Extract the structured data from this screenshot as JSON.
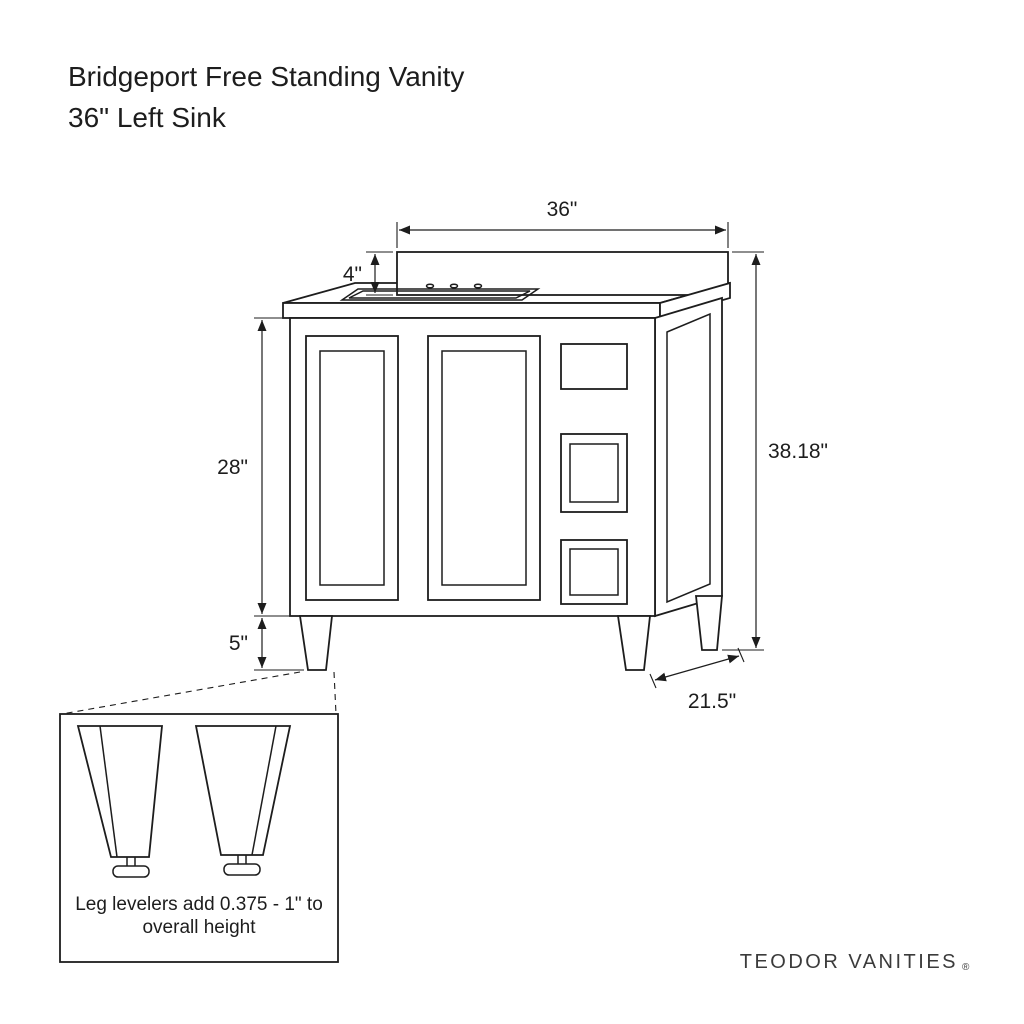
{
  "title": {
    "line1": "Bridgeport Free Standing Vanity",
    "line2": "36\" Left Sink"
  },
  "dimensions": {
    "top_width": "36\"",
    "backsplash_height": "4\"",
    "cabinet_height": "28\"",
    "leg_height": "5\"",
    "overall_height": "38.18\"",
    "depth": "21.5\""
  },
  "inset_note": {
    "line1": "Leg levelers add 0.375 - 1\" to",
    "line2": "overall height"
  },
  "brand": {
    "name": "TEODOR VANITIES",
    "mark": "®"
  },
  "colors": {
    "line": "#1d1d1d",
    "background": "#ffffff"
  }
}
